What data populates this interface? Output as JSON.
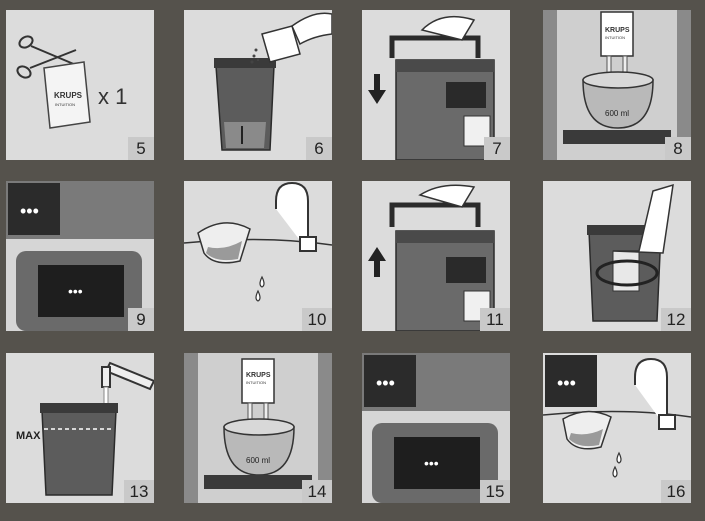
{
  "steps": [
    {
      "number": "5",
      "label": "x 1",
      "brand": "KRUPS",
      "sub": "INTUITION"
    },
    {
      "number": "6"
    },
    {
      "number": "7"
    },
    {
      "number": "8",
      "brand": "KRUPS",
      "sub": "INTUITION",
      "volume": "600 ml"
    },
    {
      "number": "9",
      "dots": "•••",
      "screen_dots": "•••"
    },
    {
      "number": "10"
    },
    {
      "number": "11"
    },
    {
      "number": "12"
    },
    {
      "number": "13",
      "max_label": "MAX"
    },
    {
      "number": "14",
      "brand": "KRUPS",
      "sub": "INTUITION",
      "volume": "600 ml"
    },
    {
      "number": "15",
      "dots": "•••",
      "screen_dots": "•••"
    },
    {
      "number": "16",
      "dots": "•••"
    }
  ],
  "colors": {
    "background": "#55524c",
    "panel": "#dcdcdc",
    "number_box": "#c9c9c9",
    "dark": "#2b2b2b"
  }
}
